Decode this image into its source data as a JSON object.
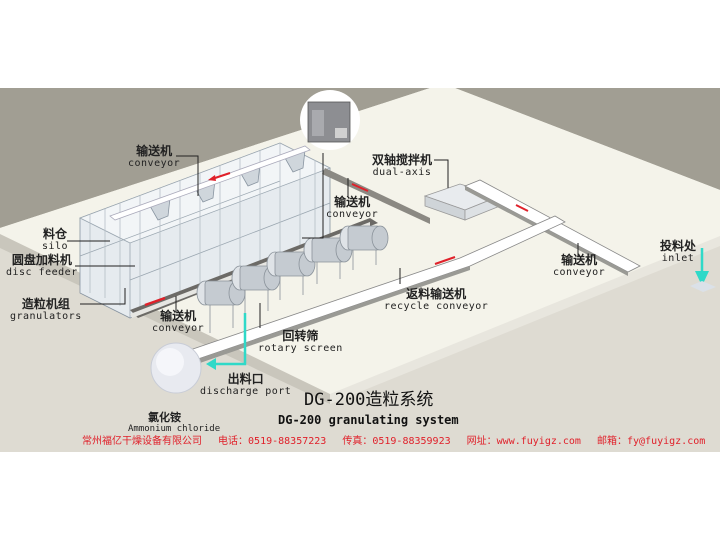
{
  "title": {
    "zh": "DG-200造粒系统",
    "en": "DG-200 granulating system"
  },
  "labels": {
    "top_conveyor": {
      "zh": "输送机",
      "en": "conveyor"
    },
    "silo": {
      "zh": "料仓",
      "en": "silo"
    },
    "disc_feeder": {
      "zh": "圆盘加料机",
      "en": "disc feeder"
    },
    "granulators": {
      "zh": "造粒机组",
      "en": "granulators"
    },
    "bottom_conveyor": {
      "zh": "输送机",
      "en": "conveyor"
    },
    "rotary_screen": {
      "zh": "回转筛",
      "en": "rotary screen"
    },
    "discharge_port": {
      "zh": "出料口",
      "en": "discharge port"
    },
    "mid_conveyor": {
      "zh": "输送机",
      "en": "conveyor"
    },
    "dual_axis": {
      "zh": "双轴搅拌机",
      "en": "dual-axis"
    },
    "recycle_conveyor": {
      "zh": "返料输送机",
      "en": "recycle conveyor"
    },
    "right_conveyor": {
      "zh": "输送机",
      "en": "conveyor"
    },
    "inlet": {
      "zh": "投料处",
      "en": "inlet"
    }
  },
  "product": {
    "zh": "氯化铵",
    "en": "Ammonium chloride"
  },
  "footer": {
    "company": "常州福亿干燥设备有限公司",
    "phone": "电话：0519-88357223",
    "fax": "传真：0519-88359923",
    "website": "网址：www.fuyigz.com",
    "email": "邮箱：fy@fuyigz.com"
  },
  "colors": {
    "wall": "#a19e93",
    "floor": "#f4f3ea",
    "lower_floor": "#dedbd2",
    "arrow_red": "#e0202a",
    "arrow_cyan": "#2fd9c8",
    "footer_text": "#e0202a"
  }
}
